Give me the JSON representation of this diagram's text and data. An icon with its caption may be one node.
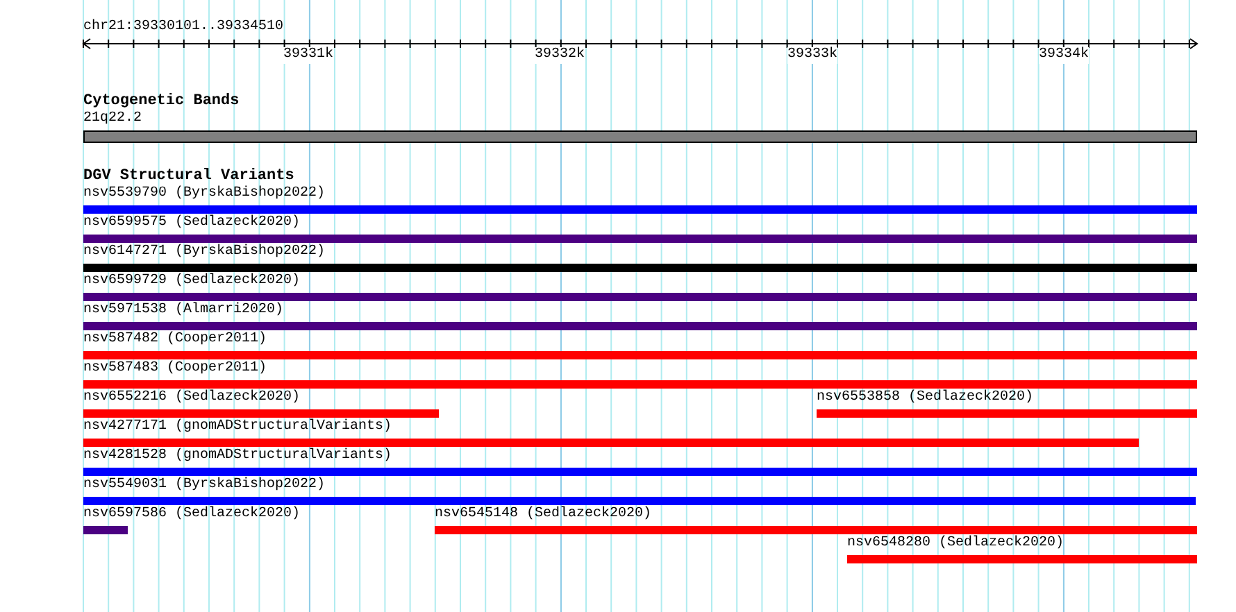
{
  "diagram": {
    "nodes": [
      {
        "text": [
          "21q22.2"
        ]
      },
      {
        "text": [
          "nsv5539790 (ByrskaBishop2022)"
        ]
      },
      {
        "text": [
          "nsv6599575 (Sedlazeck2020)"
        ]
      },
      {
        "text": [
          "nsv6147271 (ByrskaBishop2022)"
        ]
      },
      {
        "text": [
          "nsv6599729 (Sedlazeck2020)"
        ]
      },
      {
        "text": [
          "nsv5971538 (Almarri2020)"
        ]
      },
      {
        "text": [
          "nsv587482 (Cooper2011)"
        ]
      },
      {
        "text": [
          "nsv587483 (Cooper2011)"
        ]
      },
      {
        "text": [
          "nsv6552216 (Sedlazeck2020)"
        ]
      },
      {
        "text": [
          "nsv6553858 (Sedlazeck2020)"
        ]
      },
      {
        "text": [
          "nsv4277171 (gnomADStructuralVariants)"
        ]
      },
      {
        "text": [
          "nsv4281528 (gnomADStructuralVariants)"
        ]
      },
      {
        "text": [
          "nsv5549031 (ByrskaBishop2022)"
        ]
      },
      {
        "text": [
          "nsv6597586 (Sedlazeck2020)"
        ]
      },
      {
        "text": [
          "nsv6545148 (Sedlazeck2020)"
        ]
      },
      {
        "text": [
          "nsv6548280 (Sedlazeck2020)"
        ]
      }
    ],
    "labels": [
      "chr21:39330101..39334510",
      "39331k",
      "39332k",
      "39333k",
      "39334k",
      "Cytogenetic Bands",
      "DGV Structural Variants"
    ]
  }
}
